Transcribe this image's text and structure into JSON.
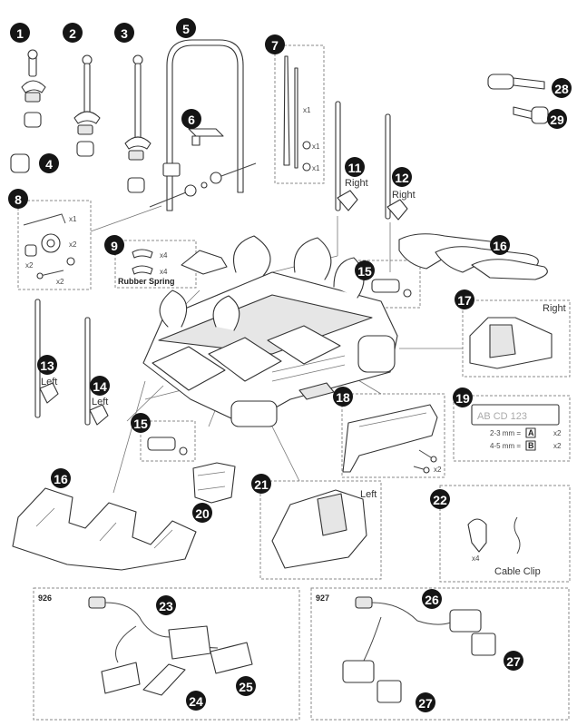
{
  "callouts": {
    "n1": "1",
    "n2": "2",
    "n3": "3",
    "n4": "4",
    "n5": "5",
    "n6": "6",
    "n7": "7",
    "n8": "8",
    "n9": "9",
    "n11": "11",
    "n12": "12",
    "n13": "13",
    "n14": "14",
    "n15a": "15",
    "n15b": "15",
    "n16a": "16",
    "n16b": "16",
    "n17": "17",
    "n18": "18",
    "n19": "19",
    "n20": "20",
    "n21": "21",
    "n22": "22",
    "n23": "23",
    "n24": "24",
    "n25": "25",
    "n26": "26",
    "n27a": "27",
    "n27b": "27",
    "n28": "28",
    "n29": "29"
  },
  "labels": {
    "right_11": "Right",
    "right_12": "Right",
    "right_17": "Right",
    "left_13": "Left",
    "left_14": "Left",
    "left_21": "Left",
    "rubber_spring": "Rubber Spring",
    "cable_clip": "Cable Clip",
    "model_926": "926",
    "model_927": "927"
  },
  "quantities": {
    "q7a": "x1",
    "q7b": "x1",
    "q7c": "x1",
    "q8a": "x1",
    "q8b": "x2",
    "q8c": "x2",
    "q8d": "x2",
    "q9a": "x4",
    "q9b": "x4",
    "q18": "x2",
    "q19a": "x2",
    "q19b": "x2",
    "q22": "x4"
  },
  "plate": {
    "text": "AB CD 123",
    "row_a": "2-3 mm =",
    "row_b": "4-5 mm =",
    "letter_a": "A",
    "letter_b": "B"
  }
}
